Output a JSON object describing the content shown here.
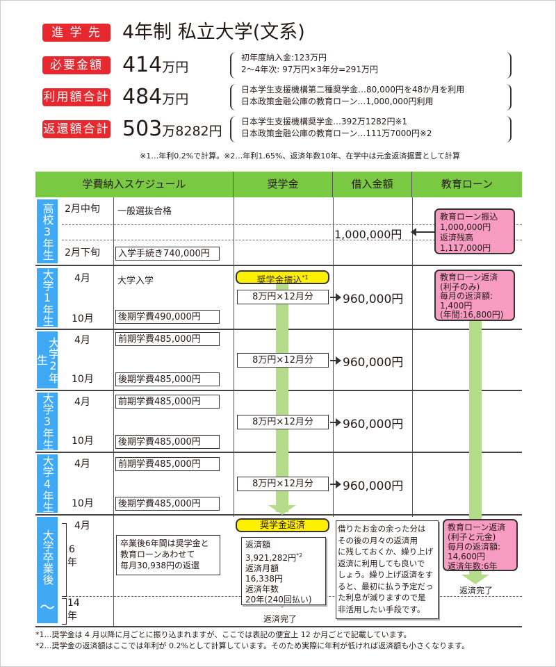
{
  "summary": [
    {
      "label": "進 学 先",
      "value": "4年制 私立大学(文系)"
    },
    {
      "label": "必要金額",
      "value": "414",
      "unit": "万円",
      "notes": [
        "初年度納入金:123万円",
        "2〜4年次: 97万円×3年分=291万円"
      ]
    },
    {
      "label": "利用額合計",
      "value": "484",
      "unit": "万円",
      "notes": [
        "日本学生支援機構第二種奨学金…80,000円を48か月を利用",
        "日本政策金融公庫の教育ローン…1,000,000円利用"
      ]
    },
    {
      "label": "返還額合計",
      "value": "503",
      "unit": "万8282円",
      "notes": [
        "日本学生支援機構奨学金…392万1282円※1",
        "日本政策金融公庫の教育ローン…111万7000円※2"
      ]
    }
  ],
  "summary_footnote": "※1…年利0.2%で計算。※2…年利1.65%、返済年数10年、在学中は元金返済据置として計算",
  "headers": [
    "学費納入スケジュール",
    "奨学金",
    "借入金額",
    "教育ローン"
  ],
  "hs": {
    "label": "高校3年生",
    "m1": "2月中旬",
    "m2": "2月下旬",
    "e1": "一般選抜合格",
    "e2": "入学手続き740,000円",
    "borrow": "1,000,000円",
    "loan_box": [
      "教育ローン振込",
      "1,000,000円",
      "返済残高",
      "1,117,000円"
    ]
  },
  "years": [
    {
      "label": "大学1年生",
      "m1": "4月",
      "m2": "10月",
      "e1": "大学入学",
      "e2": "後期学費490,000円",
      "sch": "8万円×12月分",
      "amt": "960,000円"
    },
    {
      "label": "大学2年生",
      "m1": "4月",
      "m2": "10月",
      "e1": "前期学費485,000円",
      "e2": "後期学費485,000円",
      "sch": "8万円×12月分",
      "amt": "960,000円"
    },
    {
      "label": "大学3年生",
      "m1": "4月",
      "m2": "10月",
      "e1": "前期学費485,000円",
      "e2": "後期学費485,000円",
      "sch": "8万円×12月分",
      "amt": "960,000円"
    },
    {
      "label": "大学4年生",
      "m1": "4月",
      "m2": "10月",
      "e1": "前期学費485,000円",
      "e2": "後期学費485,000円",
      "sch": "8万円×12月分",
      "amt": "960,000円"
    }
  ],
  "sch_start": "奨学金振込",
  "sch_start_mark": "*1",
  "loan_y1": [
    "教育ローン返済",
    "(利子のみ)",
    "毎月の返済額:",
    "1,400円",
    "(年間:16,800円)"
  ],
  "after": {
    "label": "大学卒業後",
    "m1": "4月",
    "y6": "6",
    "y6b": "年",
    "y14": "14",
    "y14b": "年",
    "note": [
      "卒業後6年間は奨学金と",
      "教育ローンあわせて",
      "毎月30,938円の返還"
    ],
    "sch_repay": "奨学金返済",
    "sch_box": [
      "返済額",
      "3,921,282円",
      "返済月額",
      "16,338円",
      "返済年数",
      "20年(240回払い)"
    ],
    "sch_box_mark": "*2",
    "sch_done": "返済完了",
    "tip": [
      "借りたお金の余った分は",
      "その後の月々の返済用",
      "に残しておくか、繰り上げ",
      "返済に利用しても良いで",
      "しょう。繰り上げ返済をす",
      "ると、最初に払う予定だっ",
      "た利息が減りますので是",
      "非活用したい手段です。"
    ],
    "loan_box": [
      "教育ローン返済",
      "(利子と元金)",
      "毎月の返済額:",
      "14,600円",
      "返済年数:6年"
    ],
    "loan_done": "返済完了"
  },
  "footnotes": [
    "*1…奨学金は 4 月以降に月ごとに振り込まれますが、ここでは表記の便宜上 12 か月ごとで記載しています。",
    "*2…奨学金の返済額はここでは年利が 0.2%として計算しています。そのため実際に年利が低ければ返済額も小さくなります。"
  ],
  "colors": {
    "red": "#e8282f",
    "green": "#7ac943",
    "blue": "#3fa9f5",
    "pink": "#f99cc3",
    "yellow": "#fff000"
  }
}
